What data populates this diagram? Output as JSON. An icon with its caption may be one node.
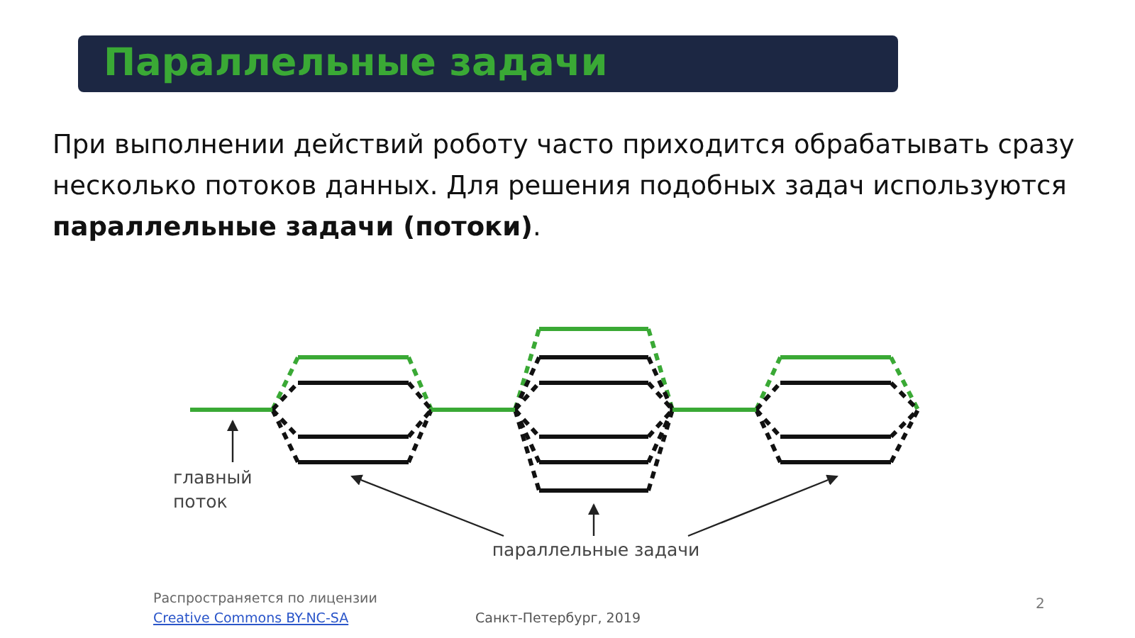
{
  "diagram": {
    "title": "Параллельные задачи",
    "nodes": [
      {
        "text": [
          "главный поток"
        ]
      },
      {
        "text": [
          "параллельные задачи"
        ]
      },
      {
        "text": [],
        "shape": "hexagon"
      },
      {
        "text": [],
        "shape": "hexagon"
      },
      {
        "text": [],
        "shape": "hexagon"
      }
    ],
    "edges": [
      {
        "from": 0,
        "to": null,
        "arrow": "to"
      },
      {
        "from": 1,
        "to": 2,
        "arrow": "to"
      },
      {
        "from": 1,
        "to": 3,
        "arrow": "to"
      },
      {
        "from": 1,
        "to": 4,
        "arrow": "to"
      },
      {
        "from": null,
        "to": 2,
        "arrow": "none",
        "style": "thick",
        "color": "#3aa935"
      },
      {
        "from": 2,
        "to": 3,
        "arrow": "none",
        "style": "thick",
        "color": "#3aa935"
      },
      {
        "from": 3,
        "to": 4,
        "arrow": "none",
        "style": "thick",
        "color": "#3aa935"
      }
    ],
    "labels": [
      "При выполнении действий роботу часто приходится обрабатывать сразу несколько потоков данных. Для решения подобных задач используются **параллельные задачи (потоки)**.",
      "Распространяется по лицензии",
      "Creative Commons BY-NC-SA",
      "Санкт-Петербург, 2019",
      "2"
    ]
  }
}
